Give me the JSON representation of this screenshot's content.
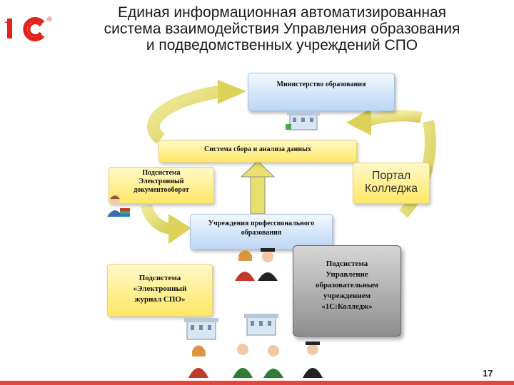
{
  "slide": {
    "title_lines": [
      "Единая информационная автоматизированная",
      "система взаимодействия Управления образования",
      "и подведомственных учреждений СПО"
    ],
    "page_number": "17"
  },
  "logo": {
    "text": "1С",
    "registered": "®"
  },
  "nodes": {
    "ministry": "Министерство образования",
    "data_system": "Система сбора и анализа данных",
    "edoc_lines": [
      "Подсистема",
      "Электронный",
      "документооборот"
    ],
    "portal_lines": [
      "Портал",
      "Колледжа"
    ],
    "institution_lines": [
      "Учреждения профессионального",
      "образования"
    ],
    "journal_lines": [
      "Подсистема",
      "«Электронный",
      "журнал СПО»"
    ],
    "college_lines": [
      "Подсистема",
      "Управление",
      "образовательным",
      "учреждением",
      "«1С:Колледж»"
    ]
  },
  "colors": {
    "logo_red": "#e2231a",
    "cycle_arrow": "#e8df6c",
    "blue_box": "#bcd6f3",
    "yellow_box": "#ffe766",
    "gray_box": "#9b9b9b"
  },
  "icons": [
    "building-icon",
    "user-books-icon",
    "student-female-icon",
    "graduate-icon",
    "student-male-icon"
  ]
}
